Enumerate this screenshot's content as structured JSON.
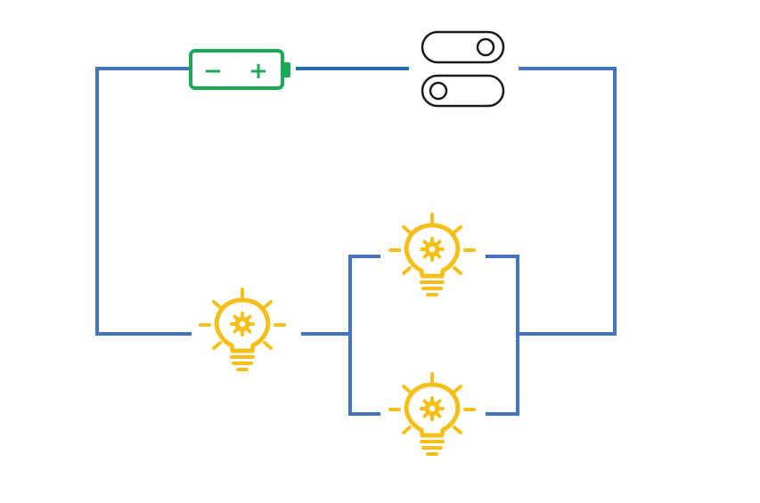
{
  "diagram": {
    "type": "electric-circuit",
    "components": {
      "battery": {
        "icon": "battery-icon",
        "terminals": [
          "−",
          "+"
        ]
      },
      "switch": {
        "icon": "toggle-switch-icon",
        "toggles": 2
      },
      "bulbs": [
        {
          "icon": "light-bulb-icon",
          "branch": "series"
        },
        {
          "icon": "light-bulb-icon",
          "branch": "parallel-top"
        },
        {
          "icon": "light-bulb-icon",
          "branch": "parallel-bottom"
        }
      ]
    },
    "colors": {
      "wire": "#4472c4",
      "wire_battery_switch": "#1f6fb5",
      "battery": "#1aaa55",
      "switch": "#1a1a1a",
      "bulb": "#f5bf1a",
      "background": "#ffffff"
    }
  }
}
